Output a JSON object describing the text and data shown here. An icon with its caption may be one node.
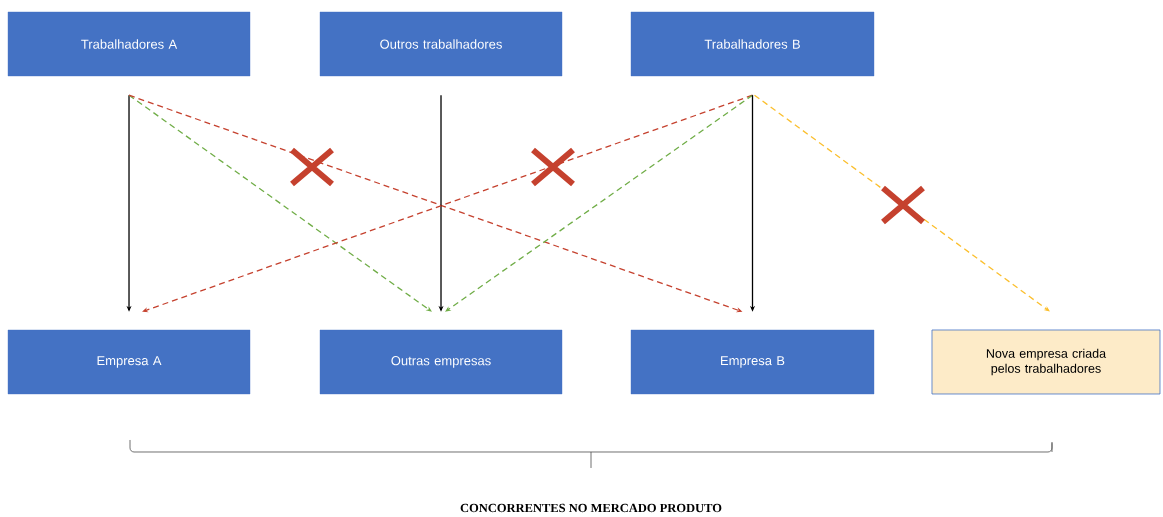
{
  "diagram": {
    "caption": "CONCORRENTES NO MERCADO PRODUTO",
    "nodes": [
      {
        "text": [
          "Trabalhadores A"
        ]
      },
      {
        "text": [
          "Outros trabalhadores"
        ]
      },
      {
        "text": [
          "Trabalhadores B"
        ]
      },
      {
        "text": [
          "Empresa A"
        ]
      },
      {
        "text": [
          "Outras empresas"
        ]
      },
      {
        "text": [
          "Empresa B"
        ]
      },
      {
        "text": [
          "Nova empresa criada pelos trabalhadores"
        ]
      }
    ],
    "edges": [
      {
        "from": 0,
        "to": 3,
        "arrow": "to"
      },
      {
        "from": 0,
        "to": 4,
        "arrow": "to",
        "style": "dashed",
        "color": "#70ad47"
      },
      {
        "from": 0,
        "to": 5,
        "arrow": "to",
        "style": "dashed",
        "color": "#c5412e"
      },
      {
        "from": 1,
        "to": 4,
        "arrow": "to"
      },
      {
        "from": 2,
        "to": 3,
        "arrow": "to",
        "style": "dashed",
        "color": "#c5412e"
      },
      {
        "from": 2,
        "to": 4,
        "arrow": "to",
        "style": "dashed",
        "color": "#70ad47"
      },
      {
        "from": 2,
        "to": 5,
        "arrow": "to"
      },
      {
        "from": 2,
        "to": 6,
        "arrow": "to",
        "style": "dashed",
        "color": "#fbbf2d"
      }
    ]
  }
}
